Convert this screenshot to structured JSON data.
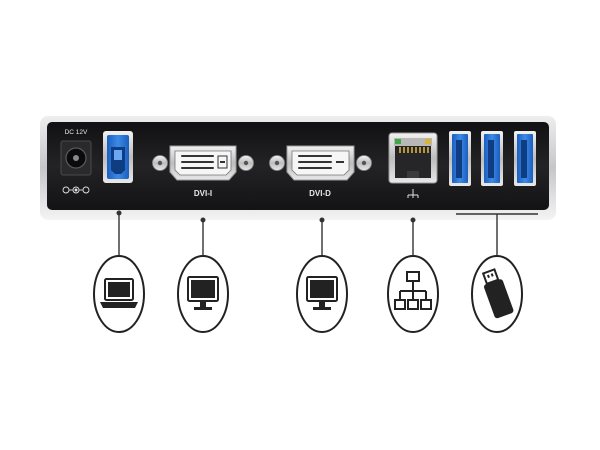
{
  "labels": {
    "dc_input": "DC 12V",
    "dvi_i": "DVI-I",
    "dvi_d": "DVI-D"
  },
  "icons": [
    "laptop-icon",
    "monitor-icon",
    "monitor-icon",
    "network-icon",
    "usb-drive-icon"
  ],
  "colors": {
    "body": "#1c1c1e",
    "frame": "#c9c9cc",
    "usb_blue": "#2d77d6",
    "callout_line": "#333333"
  }
}
